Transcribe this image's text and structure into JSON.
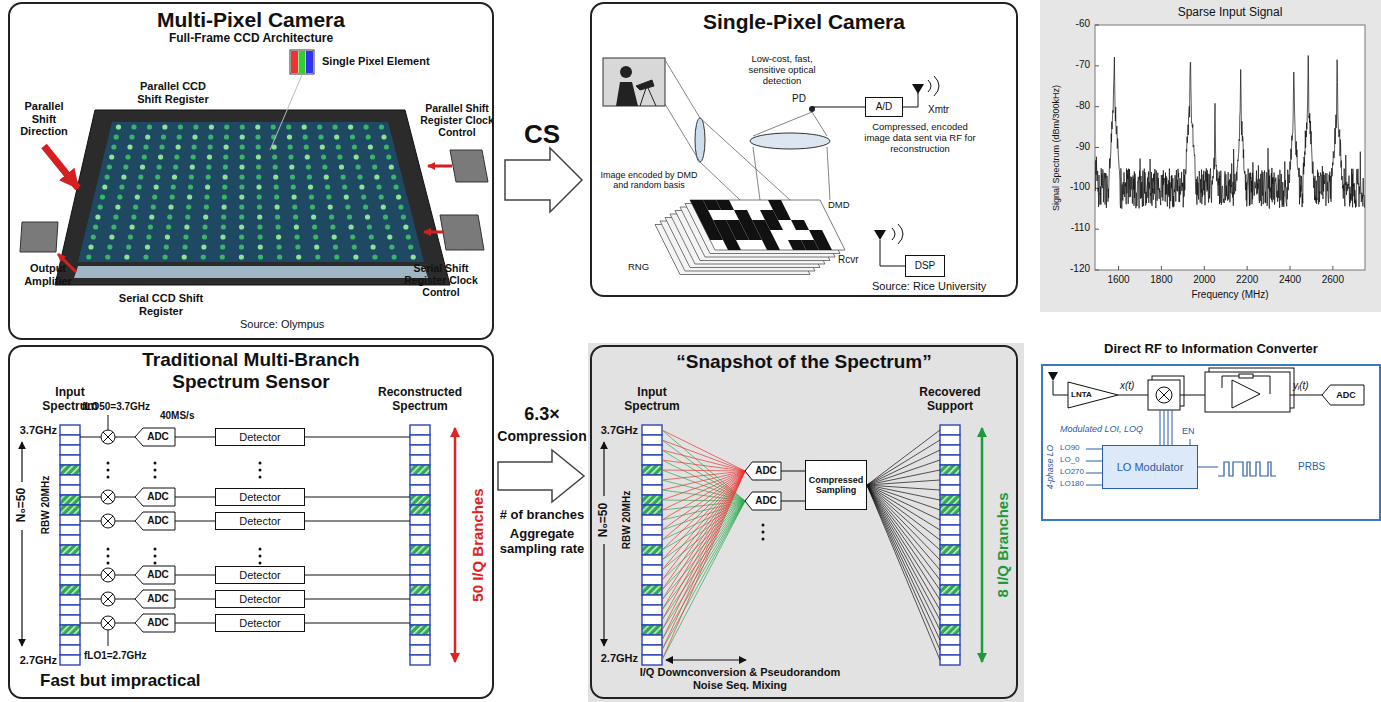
{
  "diagram": {
    "nodes": [
      {
        "text": [
          "Multi-Pixel Camera",
          "Full-Frame CCD Architecture"
        ]
      },
      {
        "text": [
          "Single-Pixel Camera"
        ]
      },
      {
        "text": [
          "A/D"
        ],
        "in": 1
      },
      {
        "text": [
          "DSP"
        ],
        "in": 1
      },
      {
        "text": [
          "Traditional Multi-Branch Spectrum Sensor",
          "Fast but impractical"
        ]
      },
      {
        "text": [
          "ADC"
        ],
        "in": 4
      },
      {
        "text": [
          "Detector"
        ],
        "in": 4
      },
      {
        "text": [
          "ADC"
        ],
        "in": 4
      },
      {
        "text": [
          "Detector"
        ],
        "in": 4
      },
      {
        "text": [
          "ADC"
        ],
        "in": 4
      },
      {
        "text": [
          "Detector"
        ],
        "in": 4
      },
      {
        "text": [
          "ADC"
        ],
        "in": 4
      },
      {
        "text": [
          "Detector"
        ],
        "in": 4
      },
      {
        "text": [
          "ADC"
        ],
        "in": 4
      },
      {
        "text": [
          "Detector"
        ],
        "in": 4
      },
      {
        "text": [
          "ADC"
        ],
        "in": 4
      },
      {
        "text": [
          "Detector"
        ],
        "in": 4
      },
      {
        "text": [
          "“Snapshot of the Spectrum”"
        ]
      },
      {
        "text": [
          "ADC"
        ],
        "in": 17
      },
      {
        "text": [
          "ADC"
        ],
        "in": 17
      },
      {
        "text": [
          "Compressed Sampling"
        ],
        "in": 17
      },
      {
        "text": [
          "Direct RF to Information Converter"
        ]
      },
      {
        "text": [
          "LNTA"
        ],
        "in": 21
      },
      {
        "text": [
          "ADC"
        ],
        "in": 21
      },
      {
        "text": [
          "LO Modulator"
        ],
        "in": 21
      }
    ],
    "edges": [
      {
        "from": 5,
        "to": 6,
        "arrow": "none"
      },
      {
        "from": 7,
        "to": 8,
        "arrow": "none"
      },
      {
        "from": 9,
        "to": 10,
        "arrow": "none"
      },
      {
        "from": 11,
        "to": 12,
        "arrow": "none"
      },
      {
        "from": 13,
        "to": 14,
        "arrow": "none"
      },
      {
        "from": 15,
        "to": 16,
        "arrow": "none"
      },
      {
        "from": 18,
        "to": 20,
        "arrow": "none"
      },
      {
        "from": 19,
        "to": 20,
        "arrow": "none"
      }
    ],
    "labels": [
      "Single Pixel Element",
      "Parallel CCD Shift Register",
      "Parallel Shift Register Clock Control",
      "Parallel Shift Direction",
      "Output Amplifier",
      "Serial CCD Shift Register",
      "Serial Shift Register Clock Control",
      "Source: Olympus",
      "CS",
      "Low-cost, fast, sensitive optical detection",
      "PD",
      "Xmtr",
      "Compressed, encoded image data sent via RF for reconstruction",
      "Image encoded by DMD and random basis",
      "DMD",
      "RNG",
      "Rcvr",
      "Source: Rice University",
      "Sparse Input Signal",
      "-60",
      "-70",
      "-80",
      "-90",
      "-100",
      "-110",
      "-120",
      "1600",
      "1800",
      "2000",
      "2200",
      "2400",
      "2600",
      "Frequency (MHz)",
      "Signal Spectrum (dBm/300kHz)",
      "Input Spectrum",
      "fLO50=3.7GHz",
      "40MS/s",
      "Reconstructed Spectrum",
      "3.7GHz",
      "N₀=50",
      "RBW 20MHz",
      "2.7GHz",
      "fLO1=2.7GHz",
      "50 I/Q Branches",
      "6.3×",
      "Compression",
      "# of branches",
      "Aggregate sampling rate",
      "Input Spectrum",
      "Recovered Support",
      "3.7GHz",
      "N₀=50",
      "RBW 20MHz",
      "2.7GHz",
      "8 I/Q Branches",
      "I/Q Downconversion & Pseudorandom Noise Seq. Mixing",
      "x(t)",
      "yᵢ(t)",
      "Modulated LOI, LOQ",
      "EN",
      "4-phase LO",
      "LO90",
      "LO_0",
      "LO270",
      "LO180",
      "PRBS"
    ]
  }
}
